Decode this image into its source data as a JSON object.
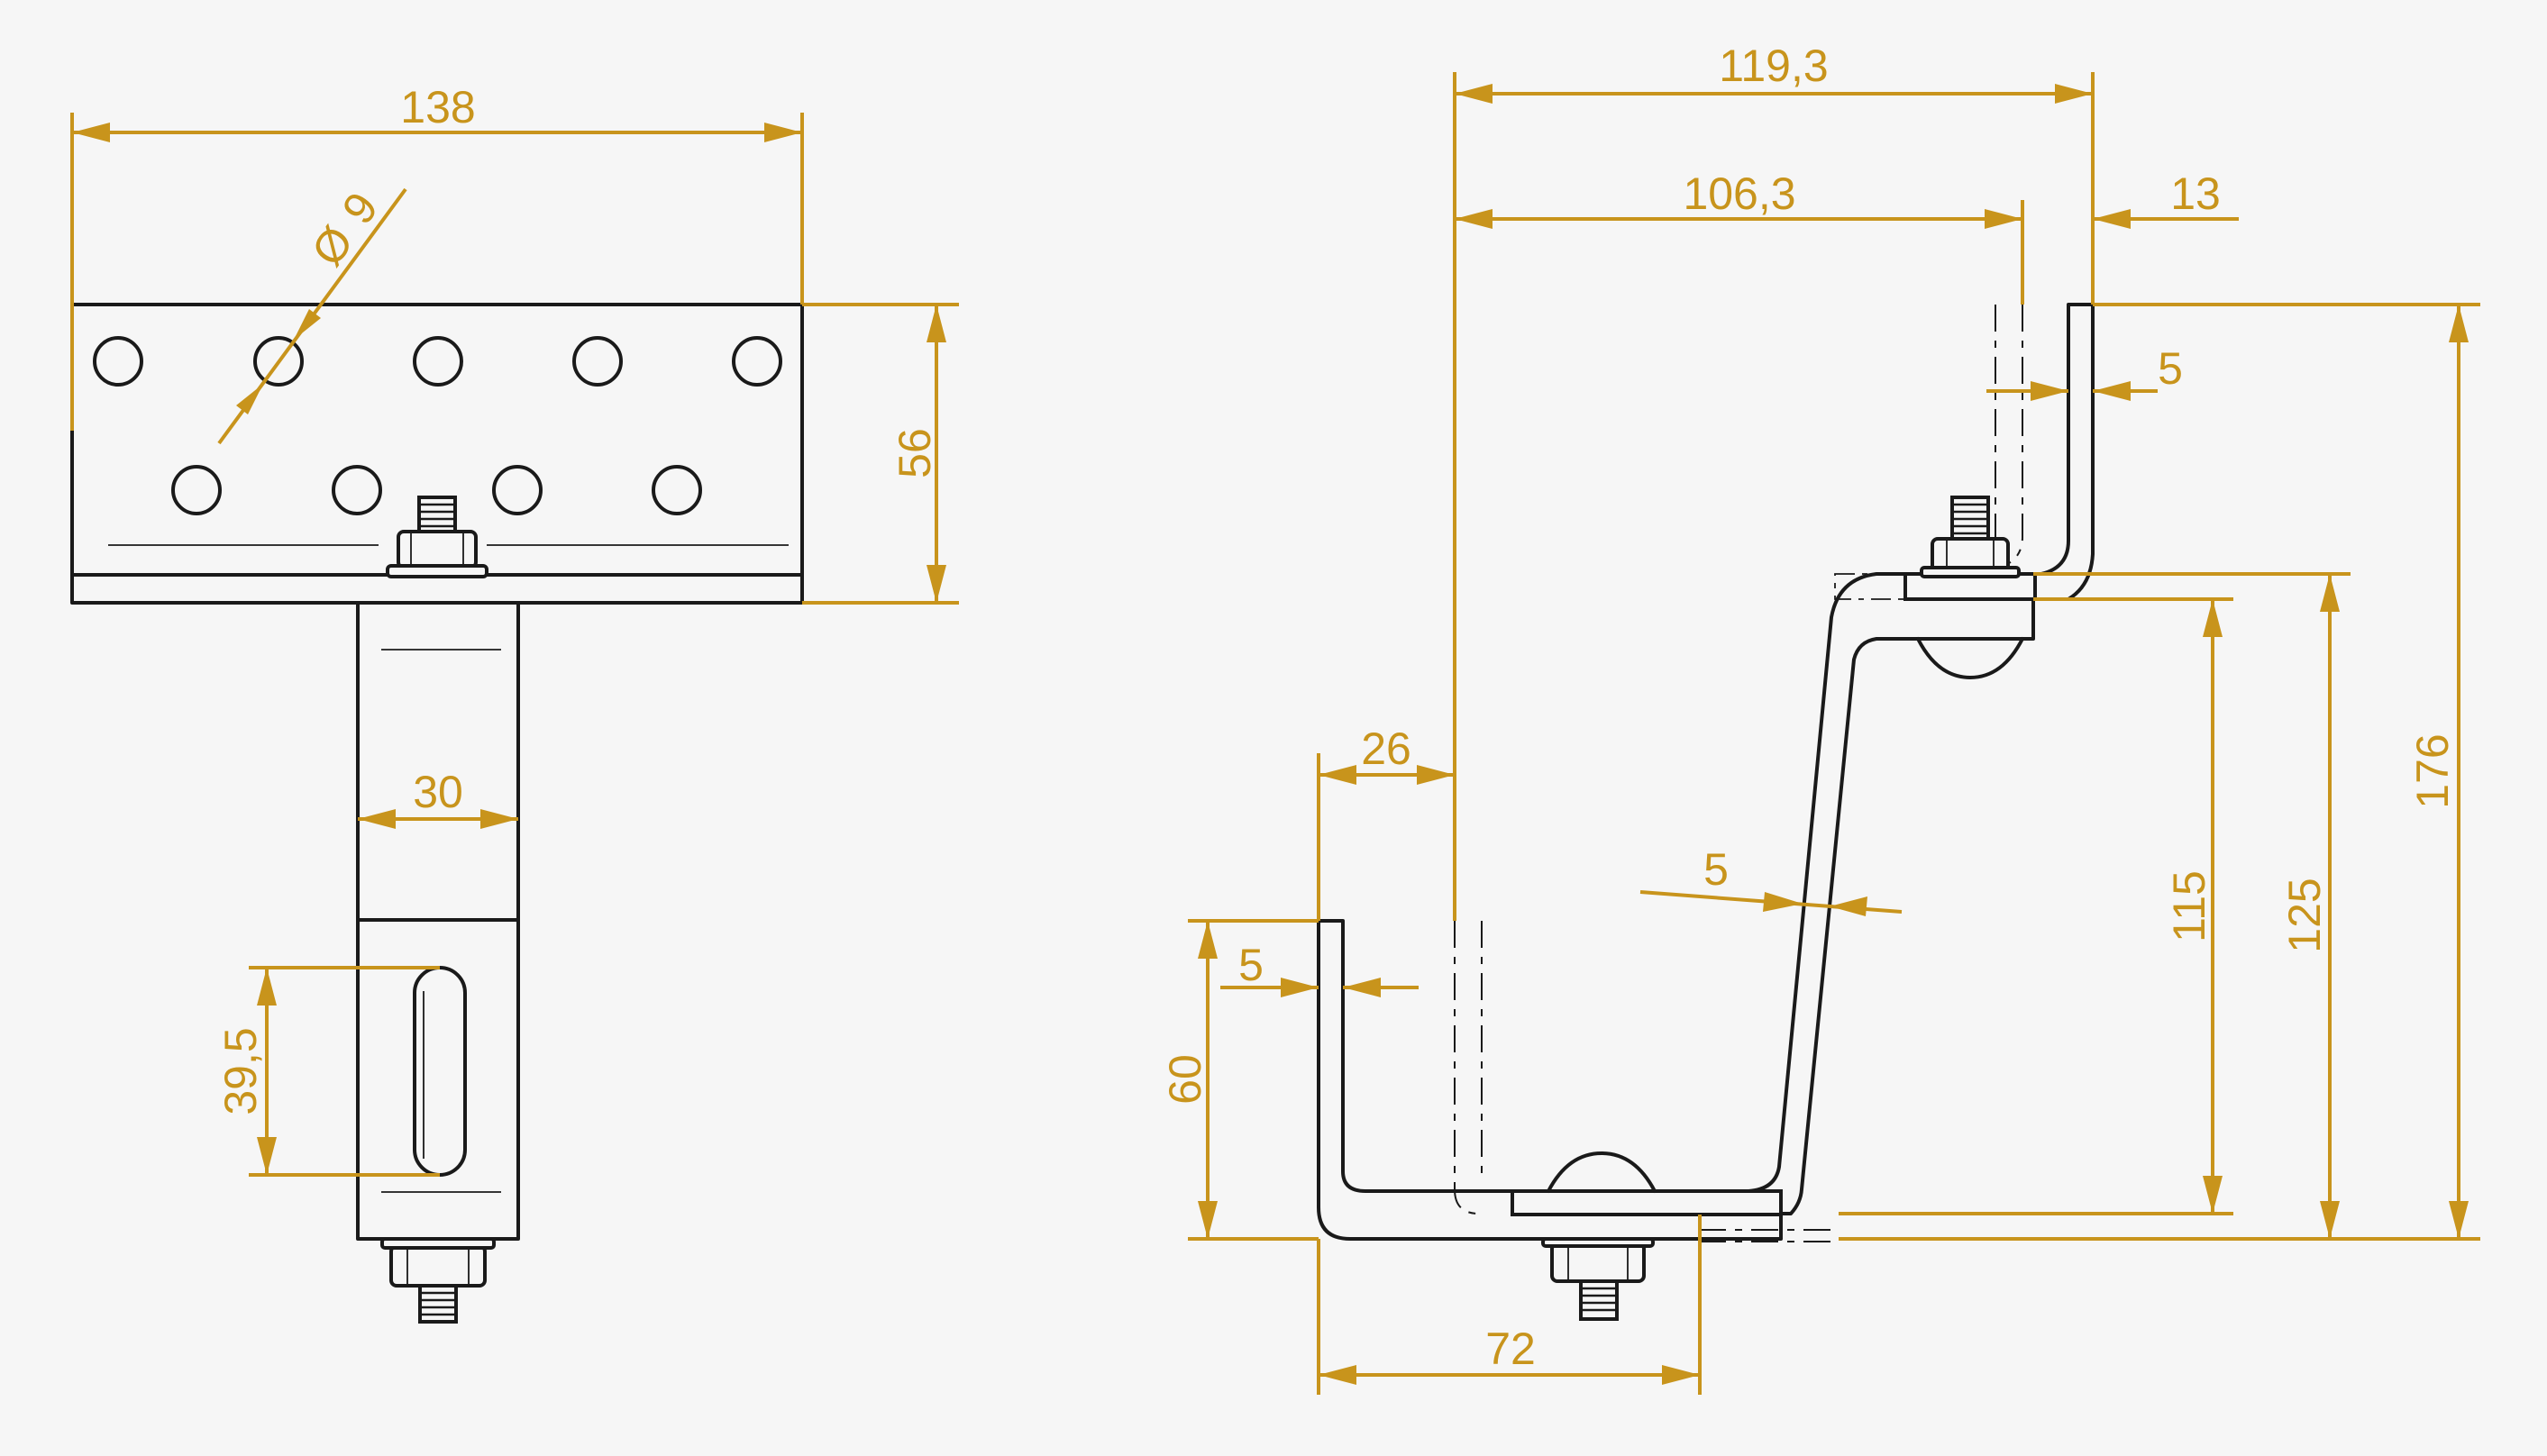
{
  "dimensions": {
    "front_view": {
      "total_width": "138",
      "hole_diameter": "9",
      "plate_height": "56",
      "post_width": "30",
      "slot_length": "39,5"
    },
    "side_view": {
      "overall_width": "119,3",
      "inner_width": "106,3",
      "top_offset": "13",
      "top_thickness": "5",
      "base_offset": "26",
      "wall_thickness": "5",
      "leg_thickness": "5",
      "leg_height": "60",
      "base_length": "72",
      "rise_115": "115",
      "rise_125": "125",
      "total_height": "176"
    }
  },
  "colors": {
    "dimension": "#c8941c",
    "outline": "#1a1a1a",
    "background": "#f6f6f6"
  },
  "icons": {
    "diameter": "Ø"
  }
}
